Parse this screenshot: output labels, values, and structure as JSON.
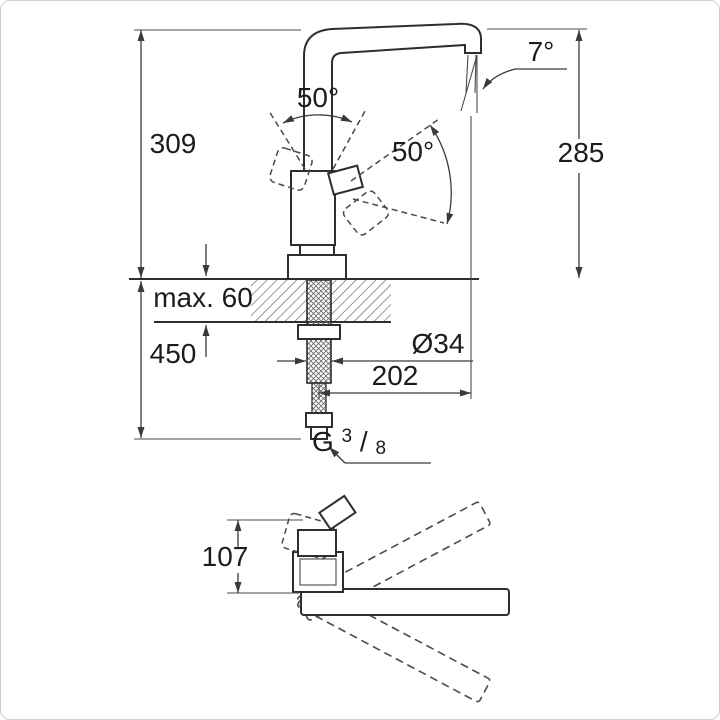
{
  "side_view": {
    "labels": {
      "height_top": "309",
      "spout_height": "285",
      "angle_spout": "7°",
      "angle_handle_front": "50°",
      "angle_handle_side": "50°",
      "counter_thickness": "max. 60",
      "height_below": "450",
      "shank_diameter": "Ø34",
      "spout_reach": "202",
      "thread": {
        "prefix": "G",
        "numerator": "3",
        "slash": "/",
        "denominator": "8"
      }
    }
  },
  "top_view": {
    "labels": {
      "body_depth": "107"
    }
  },
  "colors": {
    "object_line": "#2e2e2e",
    "dimension_line": "#3a3a3a",
    "text": "#1c1c1c",
    "background": "#ffffff",
    "hatch": "#555555"
  }
}
